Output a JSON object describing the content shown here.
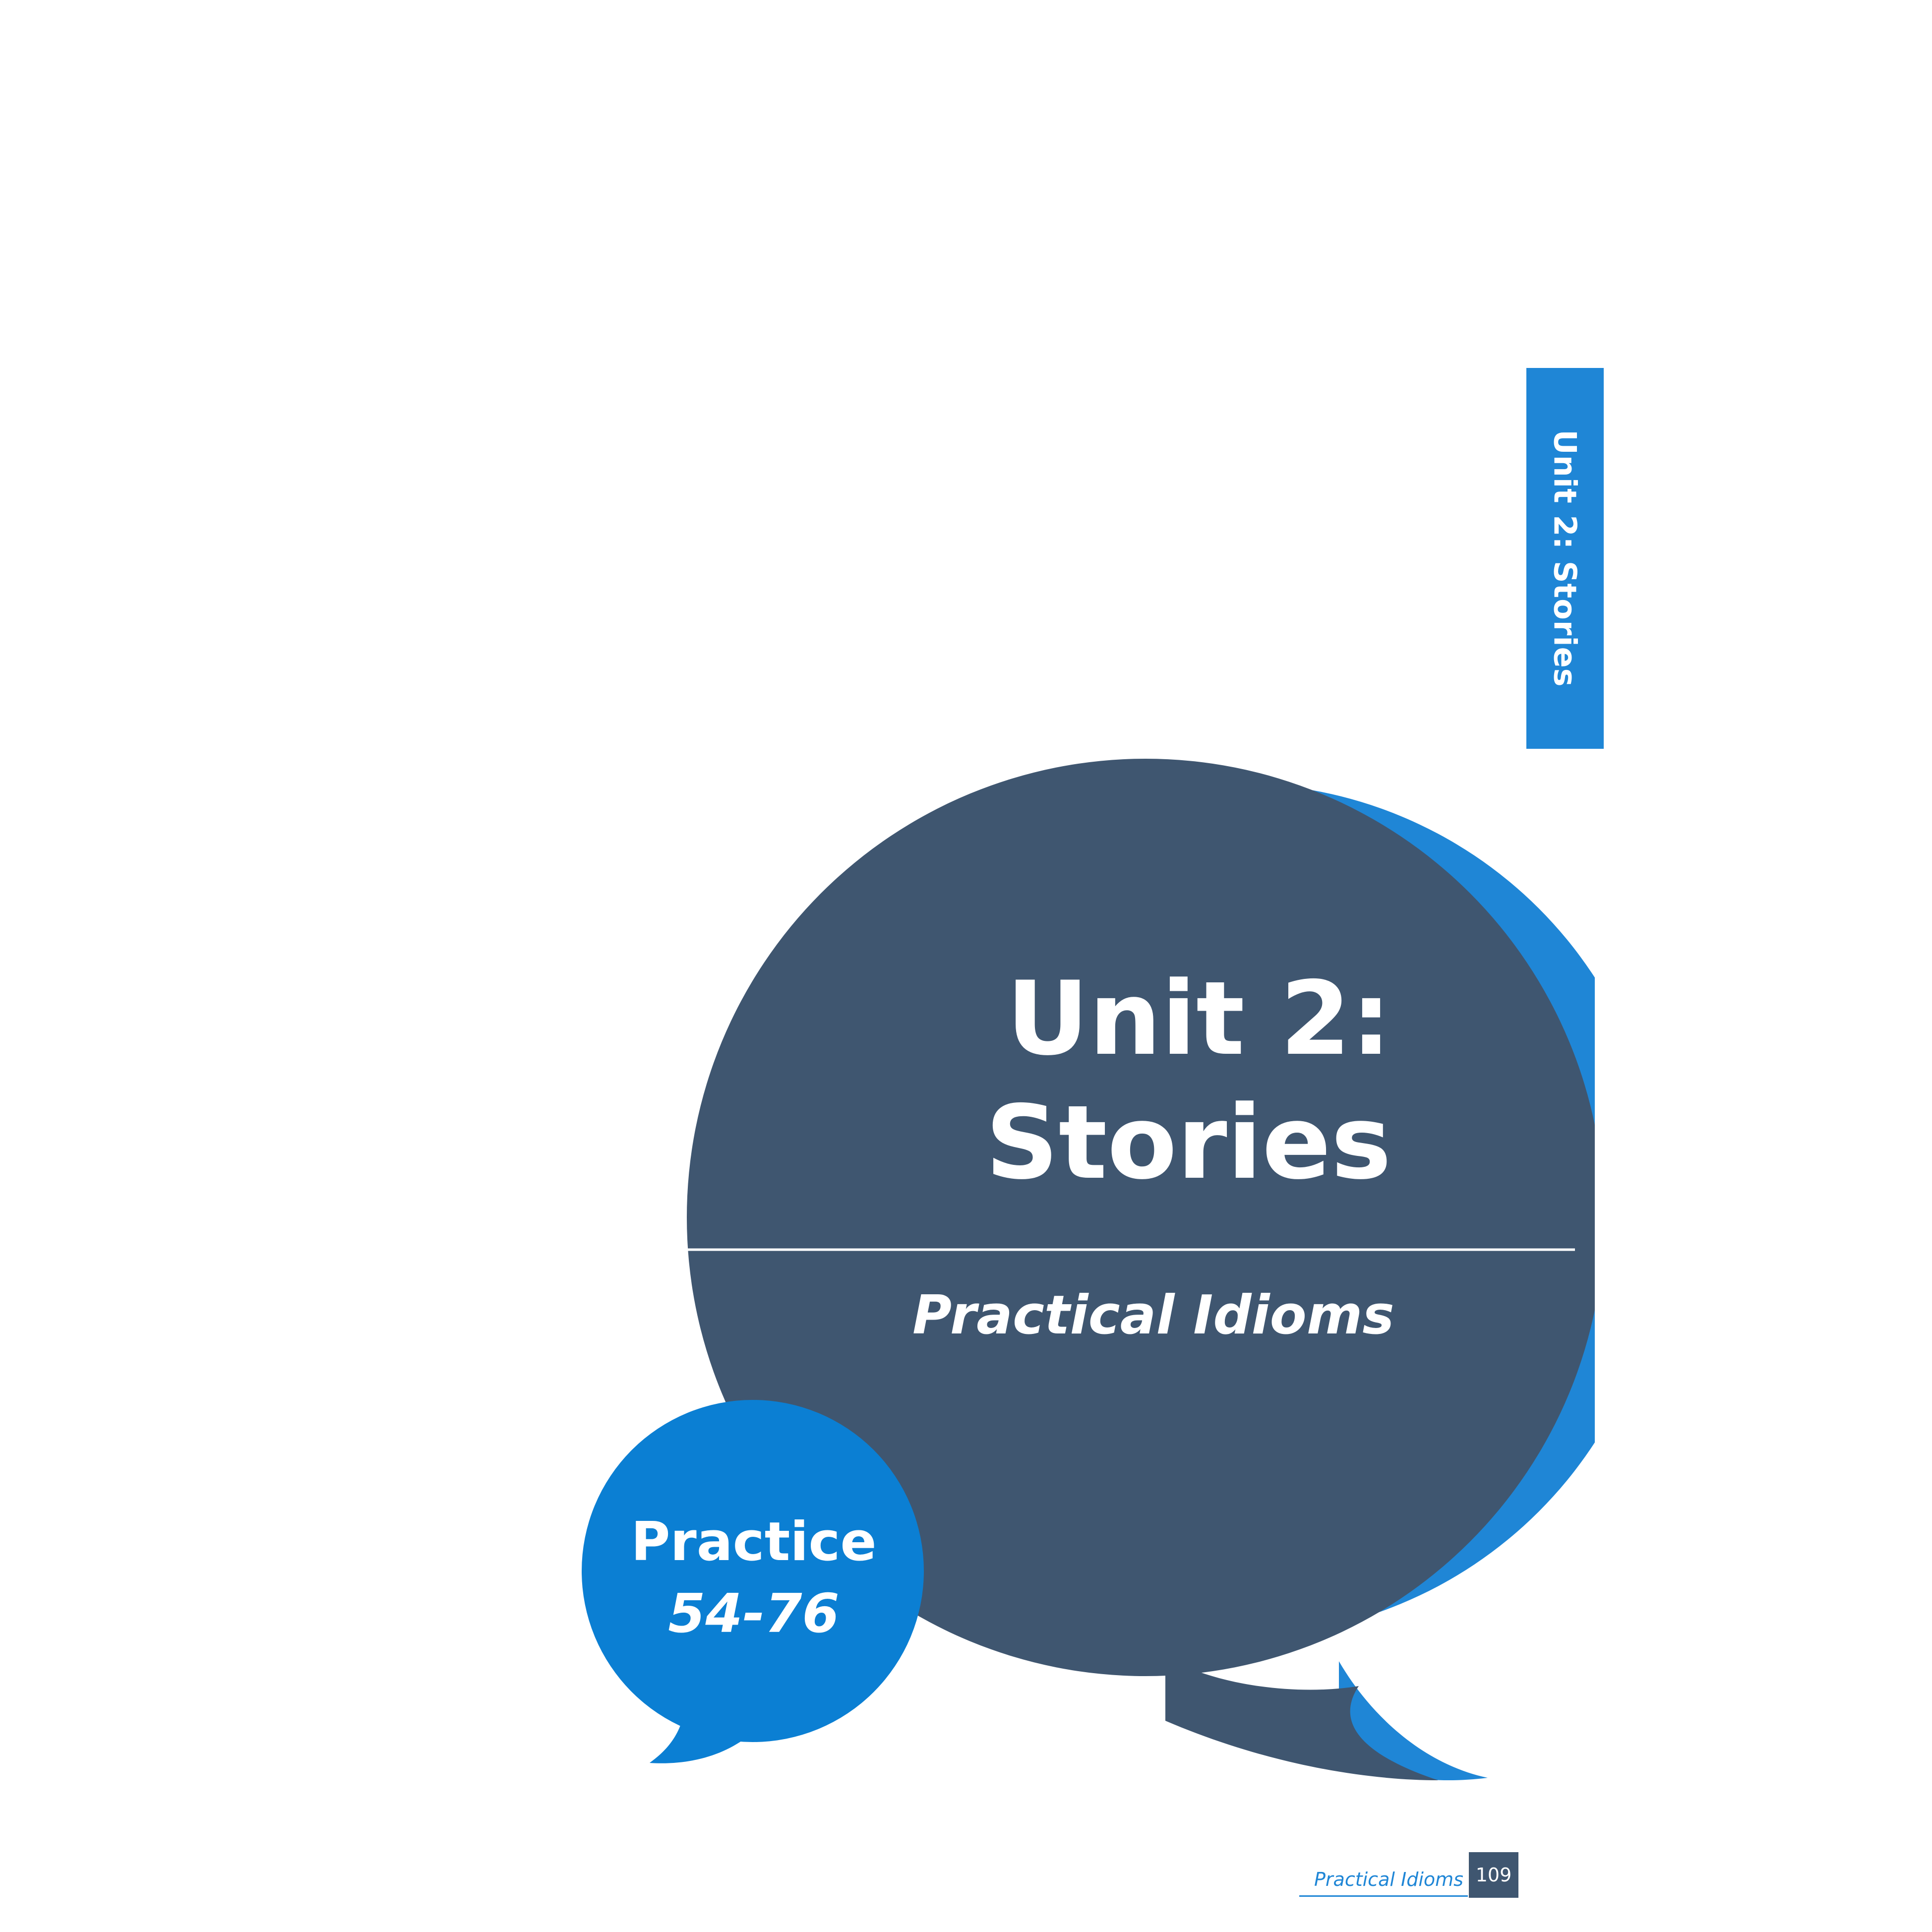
{
  "side_tab": {
    "label": "Unit 2: Stories"
  },
  "main_bubble": {
    "title_line1": "Unit 2:",
    "title_line2": "Stories",
    "subtitle": "Practical  Idioms"
  },
  "practice_bubble": {
    "label": "Practice",
    "range": "54-76"
  },
  "footer": {
    "book_title": "Practical Idioms",
    "page_number": "109"
  },
  "colors": {
    "accent_blue": "#1f86d6",
    "slate": "#3f5670",
    "text_on_dark": "#ffffff"
  }
}
